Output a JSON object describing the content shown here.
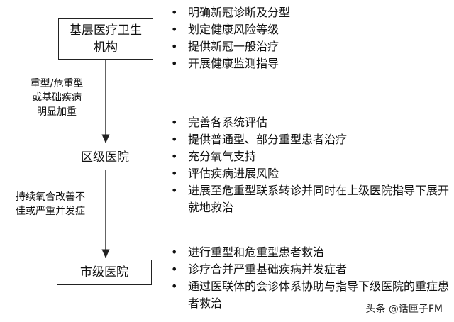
{
  "boxes": {
    "primary": "基层医疗卫生机构",
    "district": "区级医院",
    "city": "市级医院"
  },
  "notes": {
    "primary_to_district": [
      "重型/危重型",
      "或基础疾病",
      "明显加重"
    ],
    "district_to_city": [
      "持续氧合改善不",
      "佳或严重并发症"
    ]
  },
  "lists": {
    "primary": [
      "明确新冠诊断及分型",
      "划定健康风险等级",
      "提供新冠一般治疗",
      "开展健康监测指导"
    ],
    "district": [
      "完善各系统评估",
      "提供普通型、部分重型患者治疗",
      "充分氧气支持",
      "评估疾病进展风险",
      "进展至危重型联系转诊并同时在上级医院指导下展开就地救治"
    ],
    "city": [
      "进行重型和危重型患者救治",
      "诊疗合并严重基础疾病并发症者",
      "通过医联体的会诊体系协助与指导下级医院的重症患者救治"
    ]
  },
  "watermark": "头条 @话匣子FM",
  "colors": {
    "line": "#222222",
    "text": "#111111"
  }
}
